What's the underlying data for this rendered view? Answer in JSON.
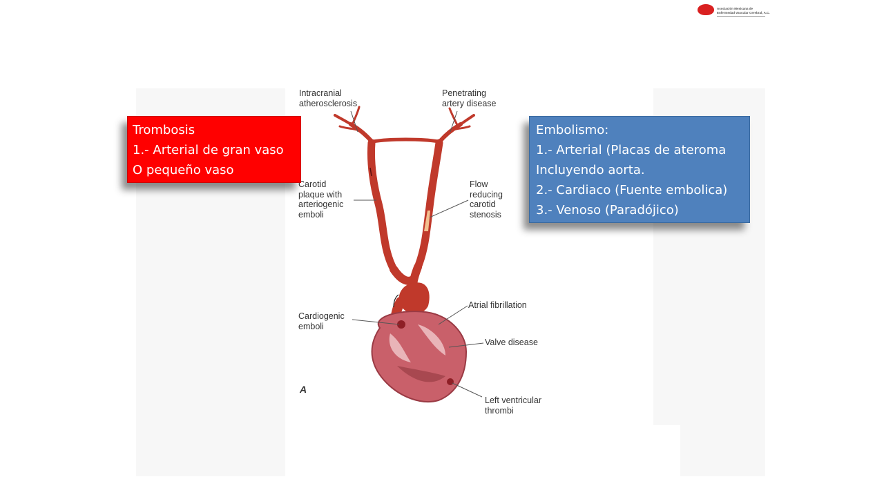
{
  "logo": {
    "line1": "Asociación Mexicana de",
    "line2": "Enfermedad Vascular Cerebral, A.C."
  },
  "callouts": {
    "thrombosis": {
      "lines": [
        "Trombosis",
        "1.- Arterial de gran vaso",
        "O pequeño vaso"
      ],
      "color": "#ff0000"
    },
    "embolism": {
      "lines": [
        "Embolismo:",
        "1.- Arterial (Placas de ateroma",
        "Incluyendo aorta.",
        "2.- Cardiaco (Fuente embolica)",
        "3.- Venoso (Paradójico)"
      ],
      "color": "#4f81bd"
    }
  },
  "figure": {
    "labels": {
      "intracranial": [
        "Intracranial",
        "atherosclerosis"
      ],
      "penetrating": [
        "Penetrating",
        "artery disease"
      ],
      "carotid_plaque": [
        "Carotid",
        "plaque with",
        "arteriogenic",
        "emboli"
      ],
      "flow_reducing": [
        "Flow",
        "reducing",
        "carotid",
        "stenosis"
      ],
      "atrial_fibrillation": [
        "Atrial fibrillation"
      ],
      "cardiogenic": [
        "Cardiogenic",
        "emboli"
      ],
      "valve_disease": [
        "Valve disease"
      ],
      "left_ventricular": [
        "Left ventricular",
        "thrombi"
      ],
      "panel_letter": "A"
    },
    "colors": {
      "artery": "#c0392b",
      "heart": "#c9606a",
      "plaque": "#f2c090"
    }
  }
}
